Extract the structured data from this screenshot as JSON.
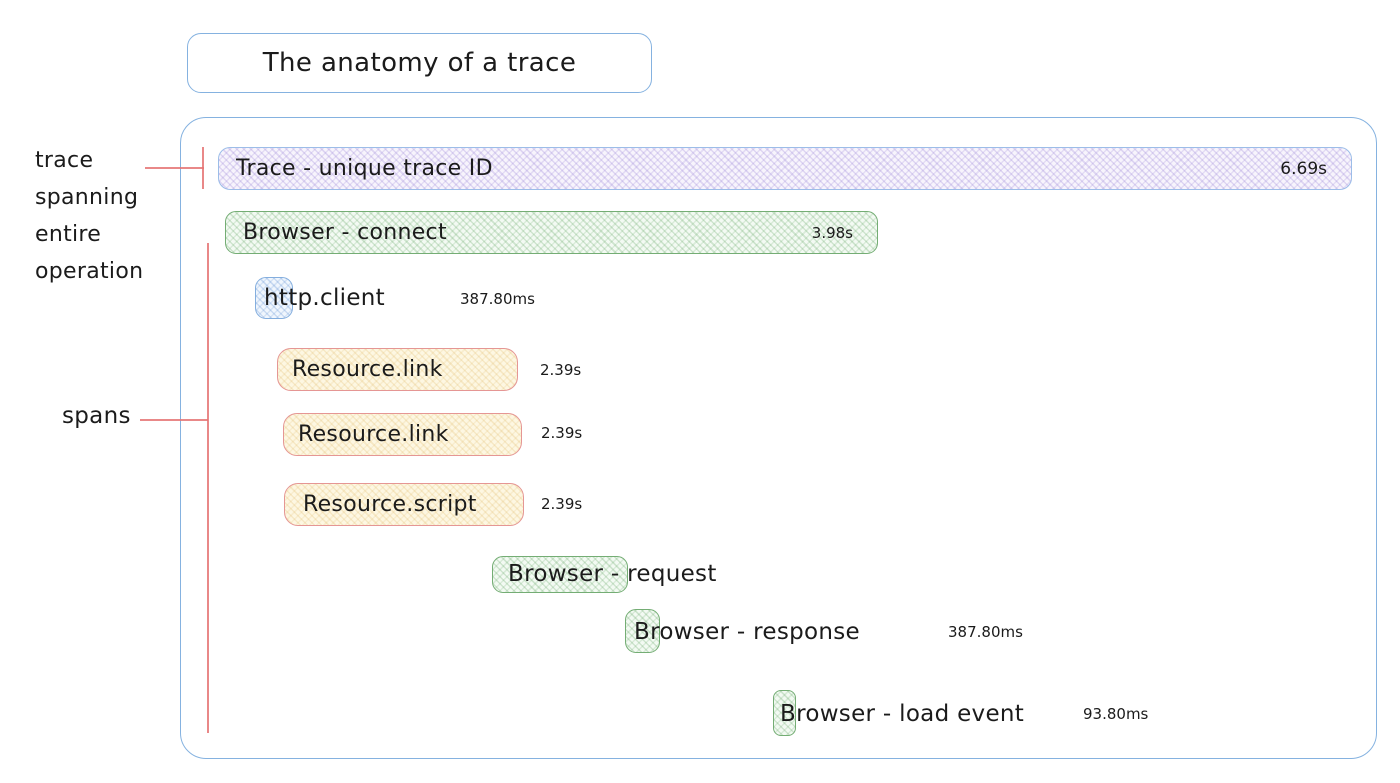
{
  "title": {
    "text": "The anatomy of a trace"
  },
  "annotations": {
    "trace_note": {
      "lines": [
        "trace",
        "spanning",
        "entire",
        "operation"
      ]
    },
    "spans_note": "spans"
  },
  "spans": {
    "trace": {
      "name": "Trace - unique trace ID",
      "duration": "6.69s"
    },
    "connect": {
      "name": "Browser - connect",
      "duration": "3.98s"
    },
    "http_client": {
      "name": "http.client",
      "duration": "387.80ms"
    },
    "resource_link_1": {
      "name": "Resource.link",
      "duration": "2.39s"
    },
    "resource_link_2": {
      "name": "Resource.link",
      "duration": "2.39s"
    },
    "resource_script": {
      "name": "Resource.script",
      "duration": "2.39s"
    },
    "request": {
      "name": "Browser - request",
      "duration": ""
    },
    "response": {
      "name": "Browser - response",
      "duration": "387.80ms"
    },
    "load_event": {
      "name": "Browser - load event",
      "duration": "93.80ms"
    }
  },
  "colors": {
    "blue_border": "#85b2e0",
    "trace_purple_fill": "#f7f4fc",
    "purple_hatch": "#947dd6",
    "green_border": "#74ad74",
    "http_blue_border": "#84aede",
    "yellow_border": "#e59694",
    "yellow_fill": "#fdf7e2",
    "annotation_red": "#e57373",
    "text": "#1b1b1b"
  }
}
